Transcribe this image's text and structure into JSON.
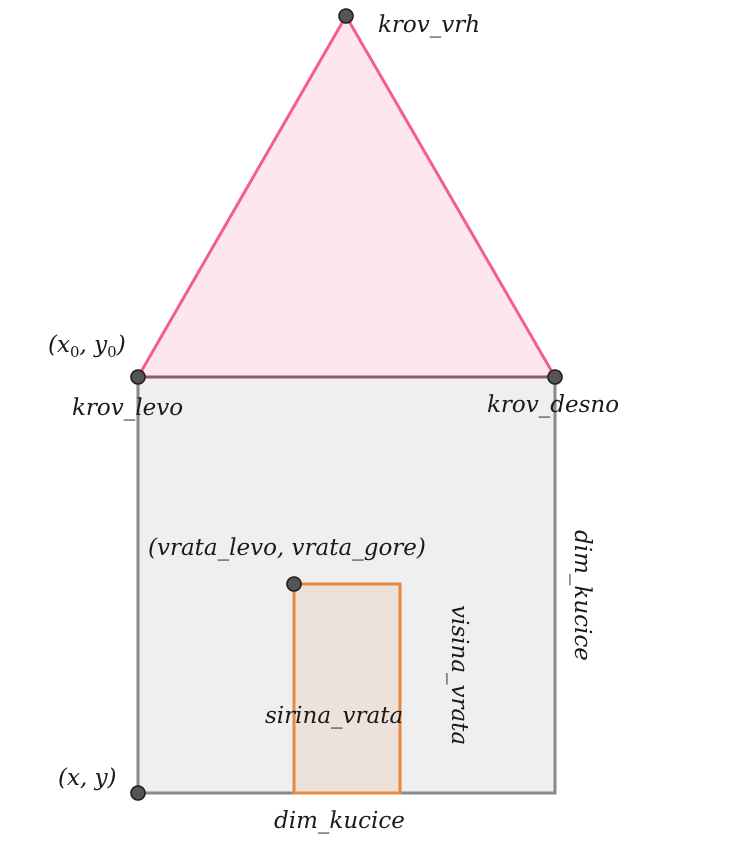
{
  "points": {
    "krov_vrh": "krov_vrh",
    "krov_levo": "krov_levo",
    "krov_desno": "krov_desno",
    "origin_label": "(x, y)",
    "start_label": "(x0, y0)",
    "door_corner": "(vrata_levo, vrata_gore)"
  },
  "dimensions": {
    "bottom": "dim_kucice",
    "right": "dim_kucice",
    "door_width": "sirina_vrata",
    "door_height": "visina_vrata"
  },
  "colors": {
    "roof_fill": "#fde6ef",
    "roof_stroke": "#f25d93",
    "roof_base": "#8f5a6a",
    "house_fill": "#efefef",
    "house_stroke": "#8a8a8a",
    "door_fill": "#ece2da",
    "door_stroke": "#e8883f",
    "point": "#555555"
  }
}
